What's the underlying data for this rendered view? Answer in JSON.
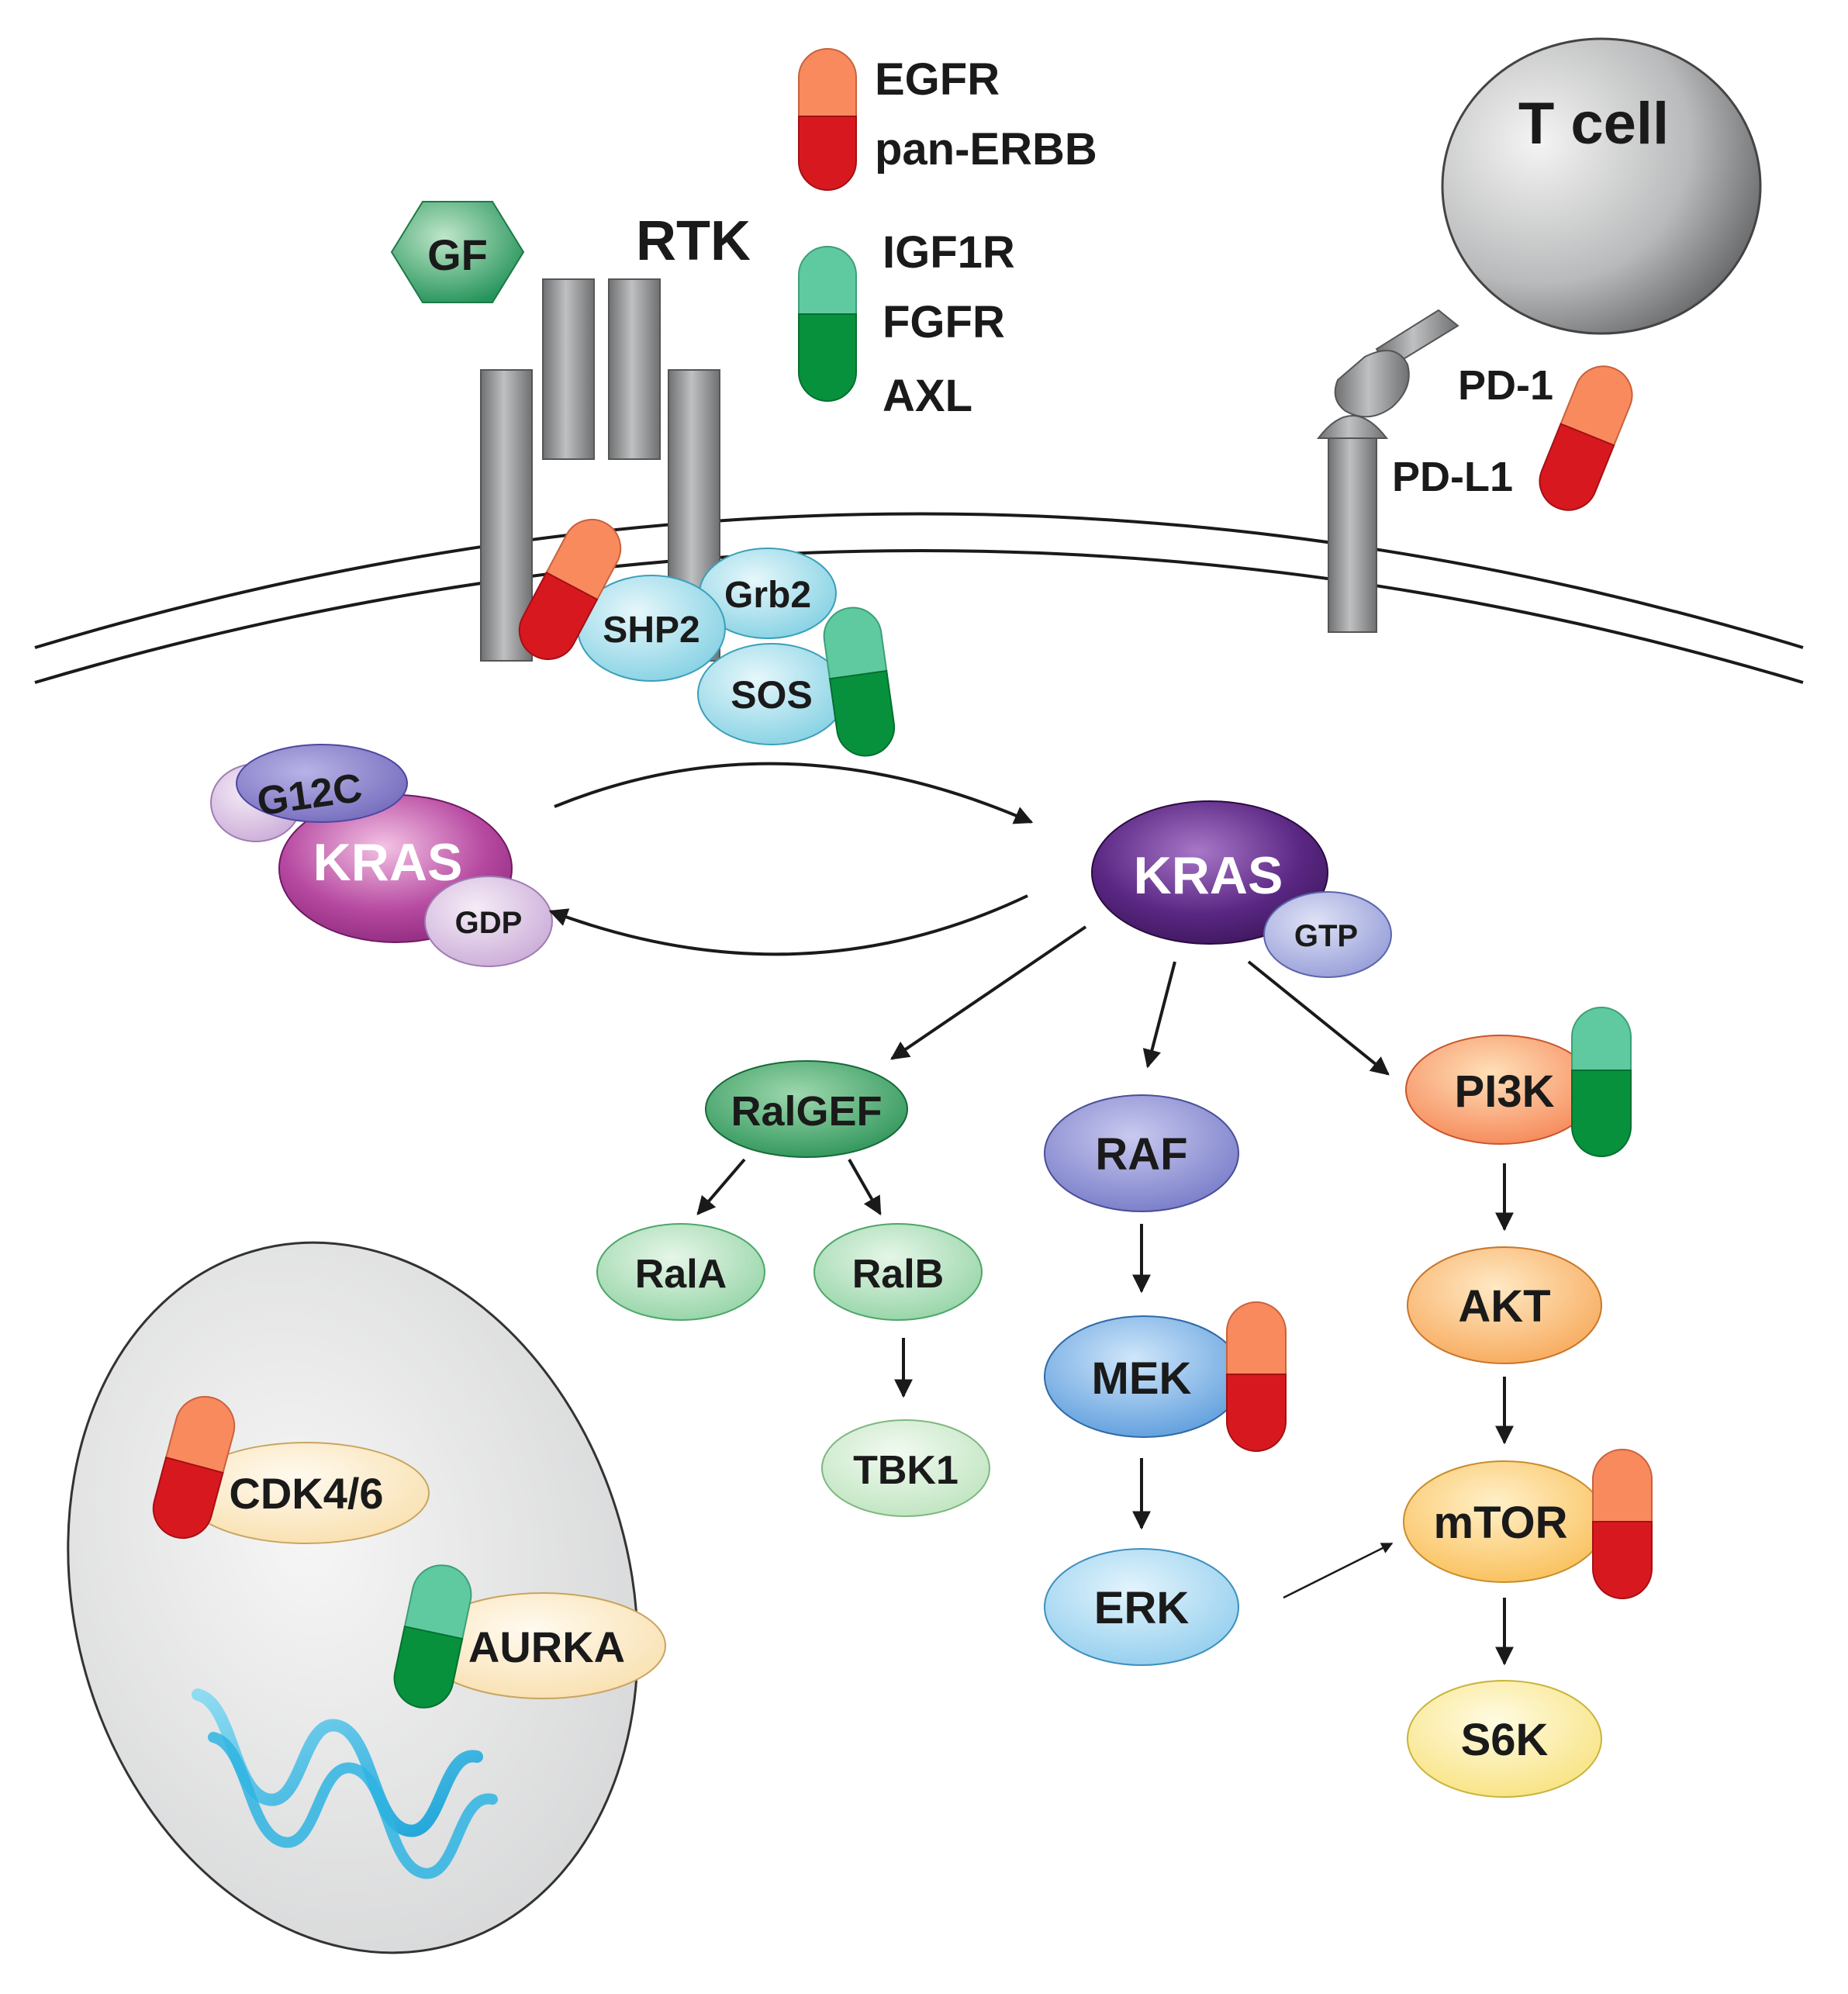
{
  "legend": {
    "red_group": [
      "EGFR",
      "pan-ERBB"
    ],
    "green_group": [
      "IGF1R",
      "FGFR",
      "AXL"
    ]
  },
  "receptor": {
    "rtk_label": "RTK",
    "gf_label": "GF"
  },
  "adaptors": {
    "shp2": "SHP2",
    "grb2": "Grb2",
    "sos": "SOS"
  },
  "tcell": {
    "label": "T cell",
    "pd1": "PD-1",
    "pdl1": "PD-L1"
  },
  "kras_inactive": {
    "label": "KRAS",
    "mutation": "G12C",
    "nucleotide": "GDP"
  },
  "kras_active": {
    "label": "KRAS",
    "nucleotide": "GTP"
  },
  "ral_branch": {
    "ralgef": "RalGEF",
    "rala": "RalA",
    "ralb": "RalB",
    "tbk1": "TBK1"
  },
  "mapk_branch": {
    "raf": "RAF",
    "mek": "MEK",
    "erk": "ERK"
  },
  "pi3k_branch": {
    "pi3k": "PI3K",
    "akt": "AKT",
    "mtor": "mTOR",
    "s6k": "S6K"
  },
  "nucleus": {
    "cdk": "CDK4/6",
    "aurka": "AURKA"
  },
  "colors": {
    "inhibitor_red_top": "#f98a5e",
    "inhibitor_red_bottom": "#d7191f",
    "inhibitor_green_top": "#5fcaa0",
    "inhibitor_green_bottom": "#07913d",
    "kras_inactive": "#a23892",
    "kras_active": "#4b1a6b",
    "ral": "#35a65f",
    "mapk": "#4b82c5",
    "pi3k": "#f7a23a",
    "receptor_gray": "#8a8b8d"
  }
}
